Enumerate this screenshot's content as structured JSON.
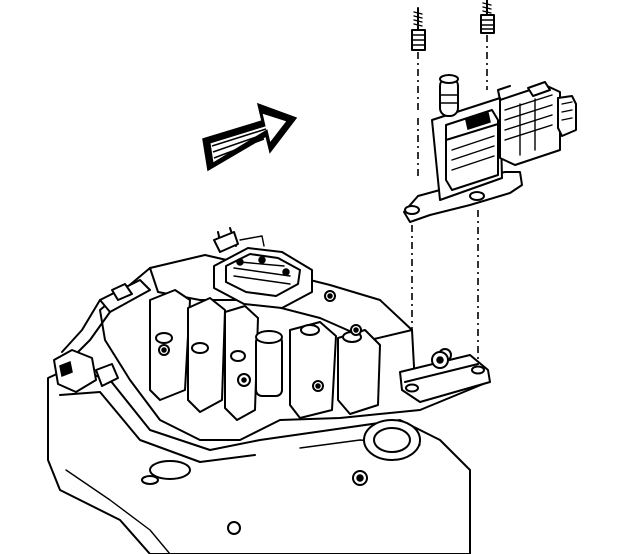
{
  "diagram": {
    "parts": [
      {
        "id": "direction-arrow",
        "icon": "hollow-arrow"
      },
      {
        "id": "ignition-coil-module",
        "icon": "coil-bracket"
      },
      {
        "id": "coil-bolts",
        "icon": "bolt",
        "count": 2
      },
      {
        "id": "intake-manifold",
        "icon": "engine-manifold"
      },
      {
        "id": "throttle-body",
        "icon": "throttle-body"
      },
      {
        "id": "mounting-pad",
        "icon": "mounting-pad"
      }
    ],
    "colors": {
      "line": "#000000",
      "background": "#ffffff"
    }
  }
}
